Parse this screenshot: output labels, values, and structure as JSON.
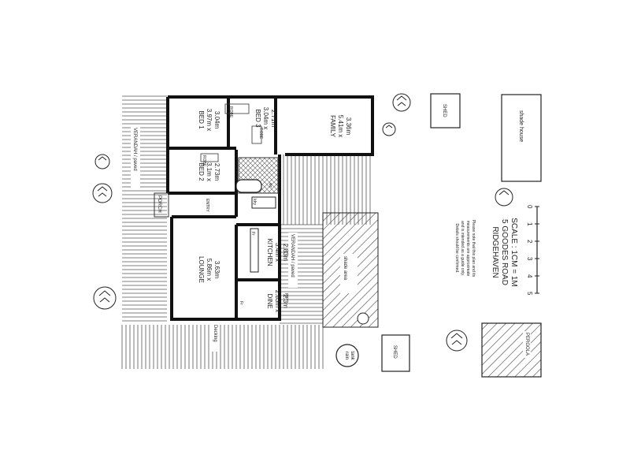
{
  "rooms": {
    "bed1": {
      "name": "BED 1",
      "dims": [
        "3.97m x",
        "3.04m"
      ]
    },
    "bed3": {
      "name": "BED 3",
      "dims": [
        "3.04m x",
        "2.71m"
      ]
    },
    "family": {
      "name": "FAMILY",
      "dims": [
        "5.41m x",
        "3.36m"
      ]
    },
    "bed2": {
      "name": "BED 2",
      "dims": [
        "3.1m x",
        "2.73m"
      ]
    },
    "lounge": {
      "name": "LOUNGE",
      "dims": [
        "5.86m x",
        "3.63m"
      ]
    },
    "kitchen": {
      "name": "KITCHEN",
      "dims": [
        "3.4m x",
        "2.83m"
      ]
    },
    "dine": {
      "name": "DINE",
      "dims": [
        "2.83m x",
        "2.3m"
      ]
    }
  },
  "small_labels": {
    "robe1": "ROBE",
    "robe2": "ROBE",
    "robe3": "ROBE",
    "entry": "ENTRY",
    "porch": "PORCH",
    "ldry": "ldry",
    "fr1": "Fr",
    "fr2": "Fr",
    "wc": "wc",
    "rp": "R.P"
  },
  "areas": {
    "verandah_left": "VERANDAH / paved",
    "verandah_right": "VERANDAH / paved",
    "shade_area": "shade area",
    "decking": "Decking",
    "shade_house": "shade house",
    "shed_top": "SHED",
    "shed_bottom": "SHED",
    "pergola": "PERGOLA",
    "rain_tank": [
      "rain",
      "tank"
    ]
  },
  "title_block": {
    "scale_title": "SCALE : 1CM = 1M",
    "scale_ticks": [
      "0",
      "1",
      "2",
      "3",
      "4",
      "5"
    ],
    "address_line1": "5 GOODES ROAD",
    "address_line2": "RIDGEHAVEN",
    "disclaimer": [
      "Please note that this plan and its",
      "measurements are approximate",
      "and is intended as a guide only.",
      "Details should be confirmed."
    ]
  }
}
